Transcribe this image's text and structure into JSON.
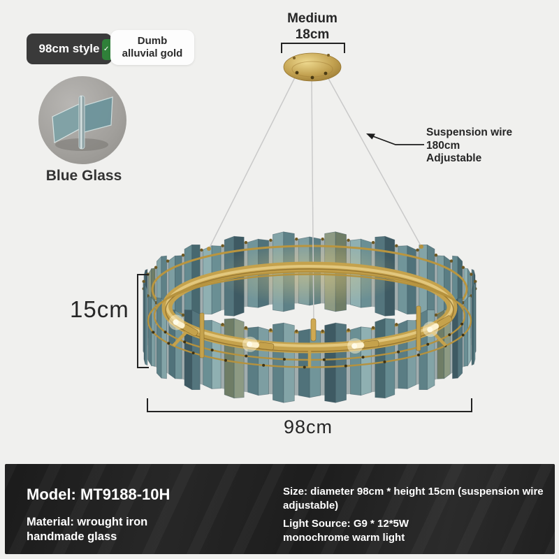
{
  "style_selector": {
    "size_label": "98cm style",
    "check_icon": "✓",
    "finish_label_line1": "Dumb",
    "finish_label_line2": "alluvial gold"
  },
  "swatch": {
    "label": "Blue Glass"
  },
  "annotations": {
    "canopy_line1": "Medium",
    "canopy_line2": "18cm",
    "suspension_line1": "Suspension wire",
    "suspension_line2": "180cm",
    "suspension_line3": "Adjustable",
    "height": "15cm",
    "diameter": "98cm"
  },
  "banner": {
    "model": "Model: MT9188-10H",
    "material_line1": "Material: wrought iron",
    "material_line2": "handmade glass",
    "size_line1": "Size: diameter 98cm * height 15cm (suspension wire",
    "size_line2": "adjustable)",
    "light_line1": "Light Source: G9 * 12*5W",
    "light_line2": "monochrome warm light"
  },
  "colors": {
    "background": "#f0f0ee",
    "badge_dark_bg": "#3a3a3a",
    "badge_green": "#2f8039",
    "banner_bg": "#1f1f1f",
    "text_dark": "#262626",
    "text_light": "#ffffff",
    "gold": "#c5a24c",
    "gold_light": "#e9d189",
    "gold_dark": "#8a6c2a",
    "glow": "#fff3cd",
    "wire": "#c9c9c9",
    "glass_pairs": [
      [
        "#7d9ea2",
        "#5a7d84"
      ],
      [
        "#648a90",
        "#47686f"
      ],
      [
        "#8fb0b2",
        "#6a8f94"
      ],
      [
        "#54757d",
        "#3e5a63"
      ],
      [
        "#71959a",
        "#50727a"
      ],
      [
        "#83a4a7",
        "#5e8187"
      ],
      [
        "#8d9a83",
        "#6f7d66"
      ]
    ]
  }
}
